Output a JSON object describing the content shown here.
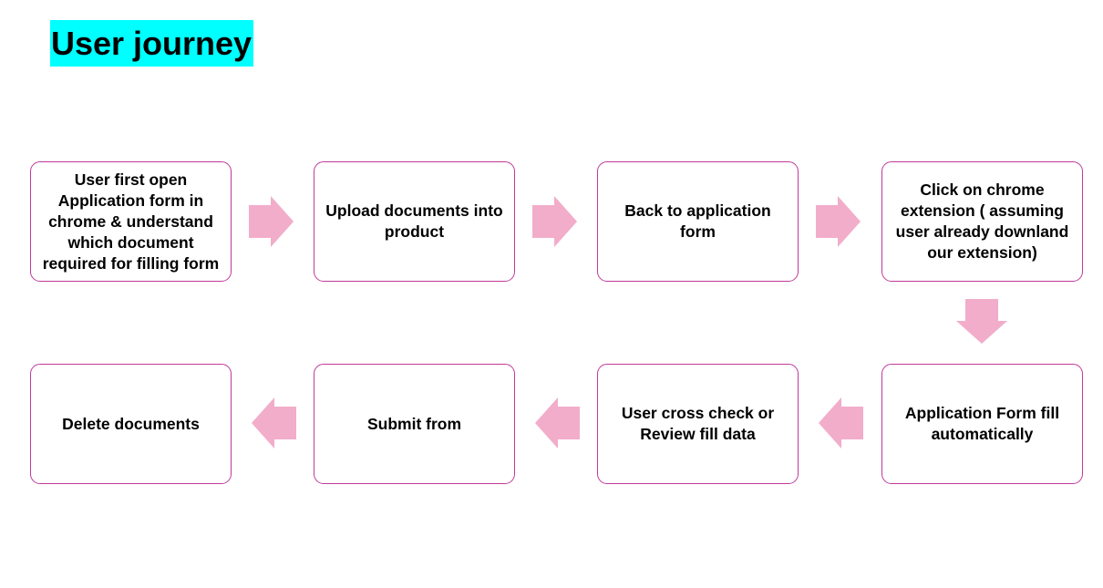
{
  "title": "User journey",
  "colors": {
    "title_highlight": "#00ffff",
    "box_border": "#c0399a",
    "arrow_fill": "#f2adca"
  },
  "steps": [
    {
      "label": "User first open Application form in chrome & understand which document required for filling form"
    },
    {
      "label": "Upload documents into product"
    },
    {
      "label": "Back to application form"
    },
    {
      "label": "Click on chrome extension ( assuming user already downland our extension)"
    },
    {
      "label": "Application  Form fill automatically"
    },
    {
      "label": "User cross check or Review fill data"
    },
    {
      "label": "Submit from"
    },
    {
      "label": "Delete documents"
    }
  ],
  "arrows": [
    {
      "direction": "right"
    },
    {
      "direction": "right"
    },
    {
      "direction": "right"
    },
    {
      "direction": "down"
    },
    {
      "direction": "left"
    },
    {
      "direction": "left"
    },
    {
      "direction": "left"
    }
  ]
}
